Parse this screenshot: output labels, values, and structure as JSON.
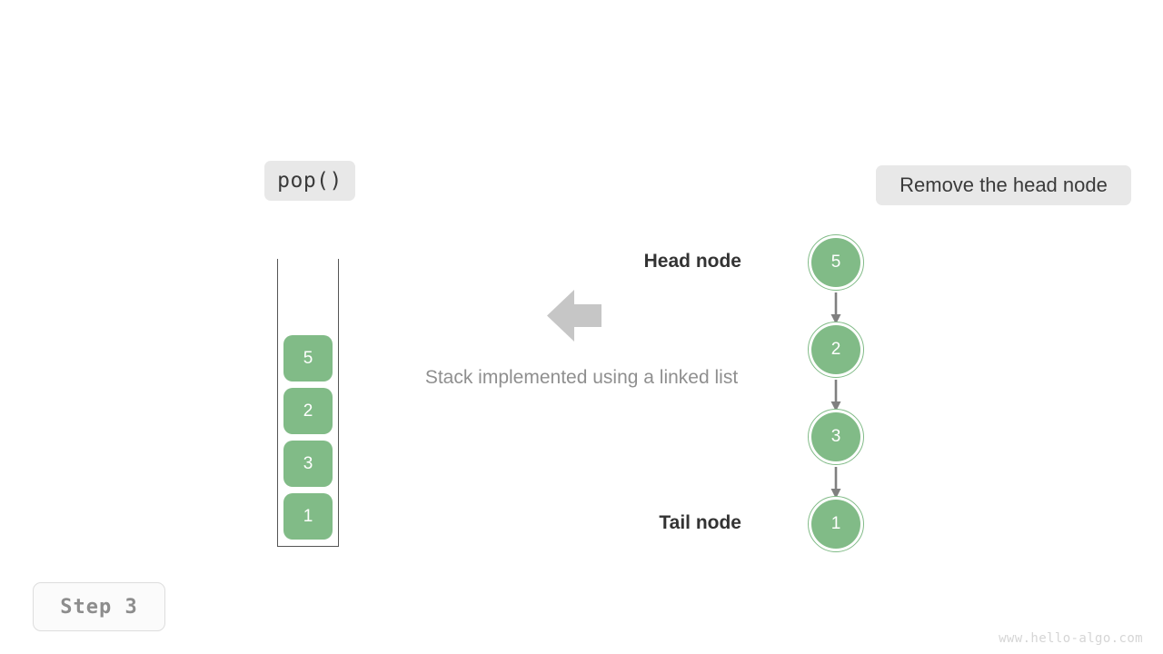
{
  "operation": {
    "label": "pop()"
  },
  "action": {
    "label": "Remove the head node"
  },
  "step": {
    "label": "Step 3"
  },
  "watermark": {
    "text": "www.hello-algo.com"
  },
  "caption": {
    "text": "Stack implemented using a linked list"
  },
  "stack": {
    "cells": [
      {
        "value": "5"
      },
      {
        "value": "2"
      },
      {
        "value": "3"
      },
      {
        "value": "1"
      }
    ]
  },
  "linked_list": {
    "nodes": [
      {
        "value": "5"
      },
      {
        "value": "2"
      },
      {
        "value": "3"
      },
      {
        "value": "1"
      }
    ],
    "head_label": "Head node",
    "tail_label": "Tail node"
  },
  "icons": {
    "transform_arrow": "arrow-left-icon",
    "link_arrow": "arrow-down-icon"
  },
  "colors": {
    "node_green": "#81bb87",
    "badge_gray": "#e8e8e8",
    "arrow_gray": "#c6c6c6",
    "connector_gray": "#808080",
    "caption_gray": "#8f8f8f",
    "step_text_gray": "#8d8d8d",
    "watermark_gray": "#d5d5d5",
    "container_stroke": "#555555"
  }
}
